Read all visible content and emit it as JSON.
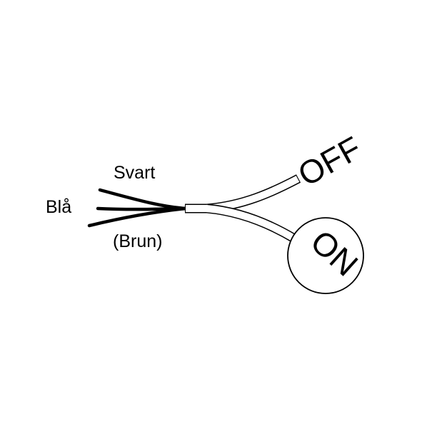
{
  "labels": {
    "black_wire": "Svart",
    "blue_wire": "Blå",
    "brown_wire": "(Brun)",
    "off_lead": "OFF",
    "on_lead": "ON"
  },
  "colors": {
    "stroke": "#000000",
    "background": "#ffffff"
  }
}
